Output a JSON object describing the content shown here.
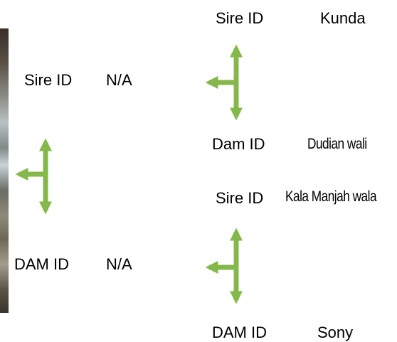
{
  "parent_block": {
    "sire_label": "Sire ID",
    "sire_value": "N/A",
    "dam_label": "DAM ID",
    "dam_value": "N/A"
  },
  "sire_block": {
    "sire_label": "Sire ID",
    "sire_value": "Kunda",
    "dam_label": "Dam ID",
    "dam_value": "Dudian wali"
  },
  "dam_block": {
    "sire_label": "Sire ID",
    "sire_value": "Kala Manjah wala",
    "dam_label": "DAM ID",
    "dam_value": "Sony"
  },
  "colors": {
    "arrow": "#84b84a",
    "text": "#000000",
    "background": "#ffffff"
  }
}
